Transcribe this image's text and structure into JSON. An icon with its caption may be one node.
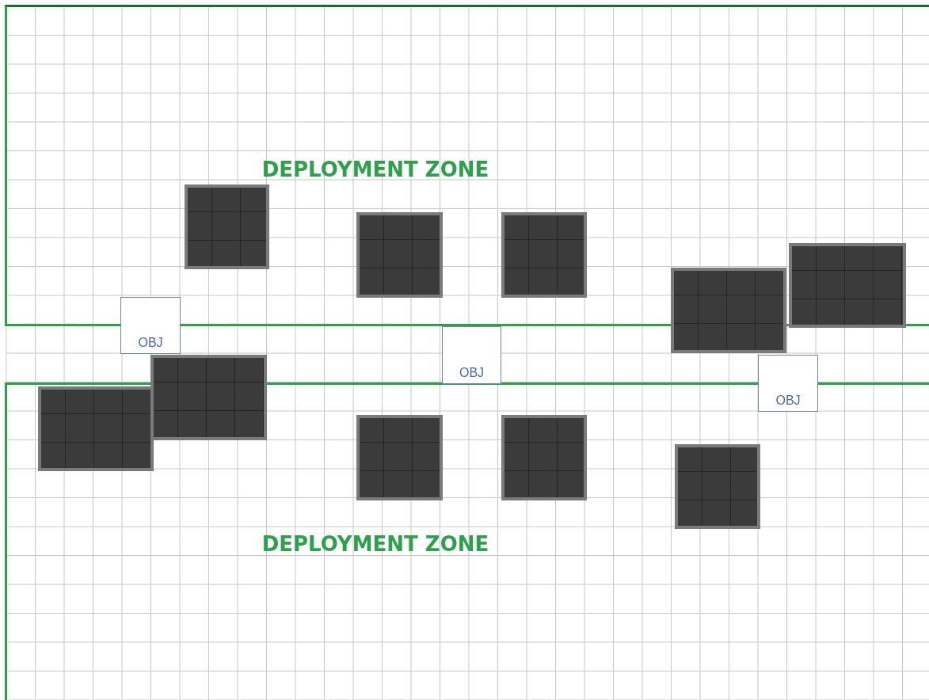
{
  "diagram": {
    "nodes": [
      {
        "text": [
          "DEPLOYMENT ZONE"
        ]
      },
      {
        "text": [],
        "shape": "box",
        "in": 0
      },
      {
        "text": [],
        "shape": "box",
        "in": 0
      },
      {
        "text": [],
        "shape": "box",
        "in": 0
      },
      {
        "text": [],
        "shape": "box",
        "in": 0
      },
      {
        "text": [],
        "shape": "box"
      },
      {
        "text": [
          "OBJ"
        ]
      },
      {
        "text": [
          "OBJ"
        ]
      },
      {
        "text": [
          "OBJ"
        ]
      },
      {
        "text": [
          "DEPLOYMENT ZONE"
        ]
      },
      {
        "text": [],
        "shape": "box",
        "in": 9
      },
      {
        "text": [],
        "shape": "box"
      },
      {
        "text": [],
        "shape": "box",
        "in": 9
      },
      {
        "text": [],
        "shape": "box",
        "in": 9
      },
      {
        "text": [],
        "shape": "box",
        "in": 9
      }
    ]
  }
}
